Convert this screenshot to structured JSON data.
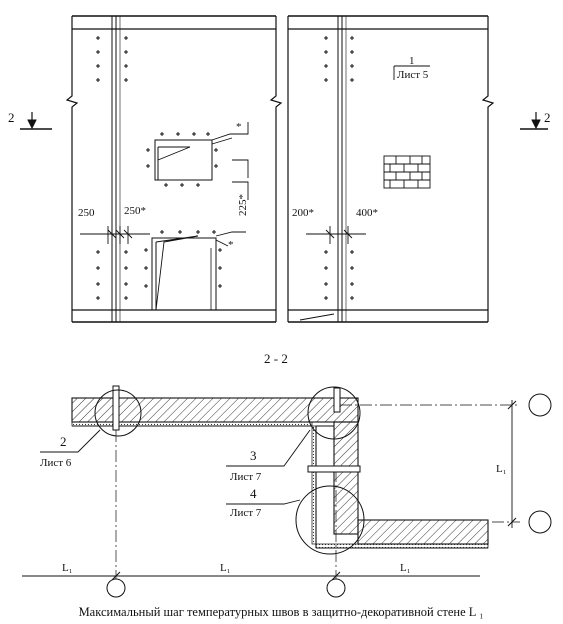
{
  "elevation": {
    "section_marker_left": "2",
    "section_marker_right": "2",
    "callout_1_number": "1",
    "callout_1_sheet": "Лист 5",
    "dim_250": "250",
    "dim_250_star": "250*",
    "dim_225_star": "225*",
    "dim_200_star": "200*",
    "dim_400_star": "400*",
    "star_mark": "*"
  },
  "section": {
    "title": "2 - 2",
    "callouts": [
      {
        "number": "2",
        "sheet": "Лист 6"
      },
      {
        "number": "3",
        "sheet": "Лист 7"
      },
      {
        "number": "4",
        "sheet": "Лист 7"
      }
    ],
    "l_labels": [
      "L₁",
      "L₁",
      "L₁",
      "L₁"
    ]
  },
  "caption": "Максимальный шаг температурных швов в защитно-декоративной стене L ₁",
  "colors": {
    "line": "#111111",
    "background": "#ffffff"
  }
}
